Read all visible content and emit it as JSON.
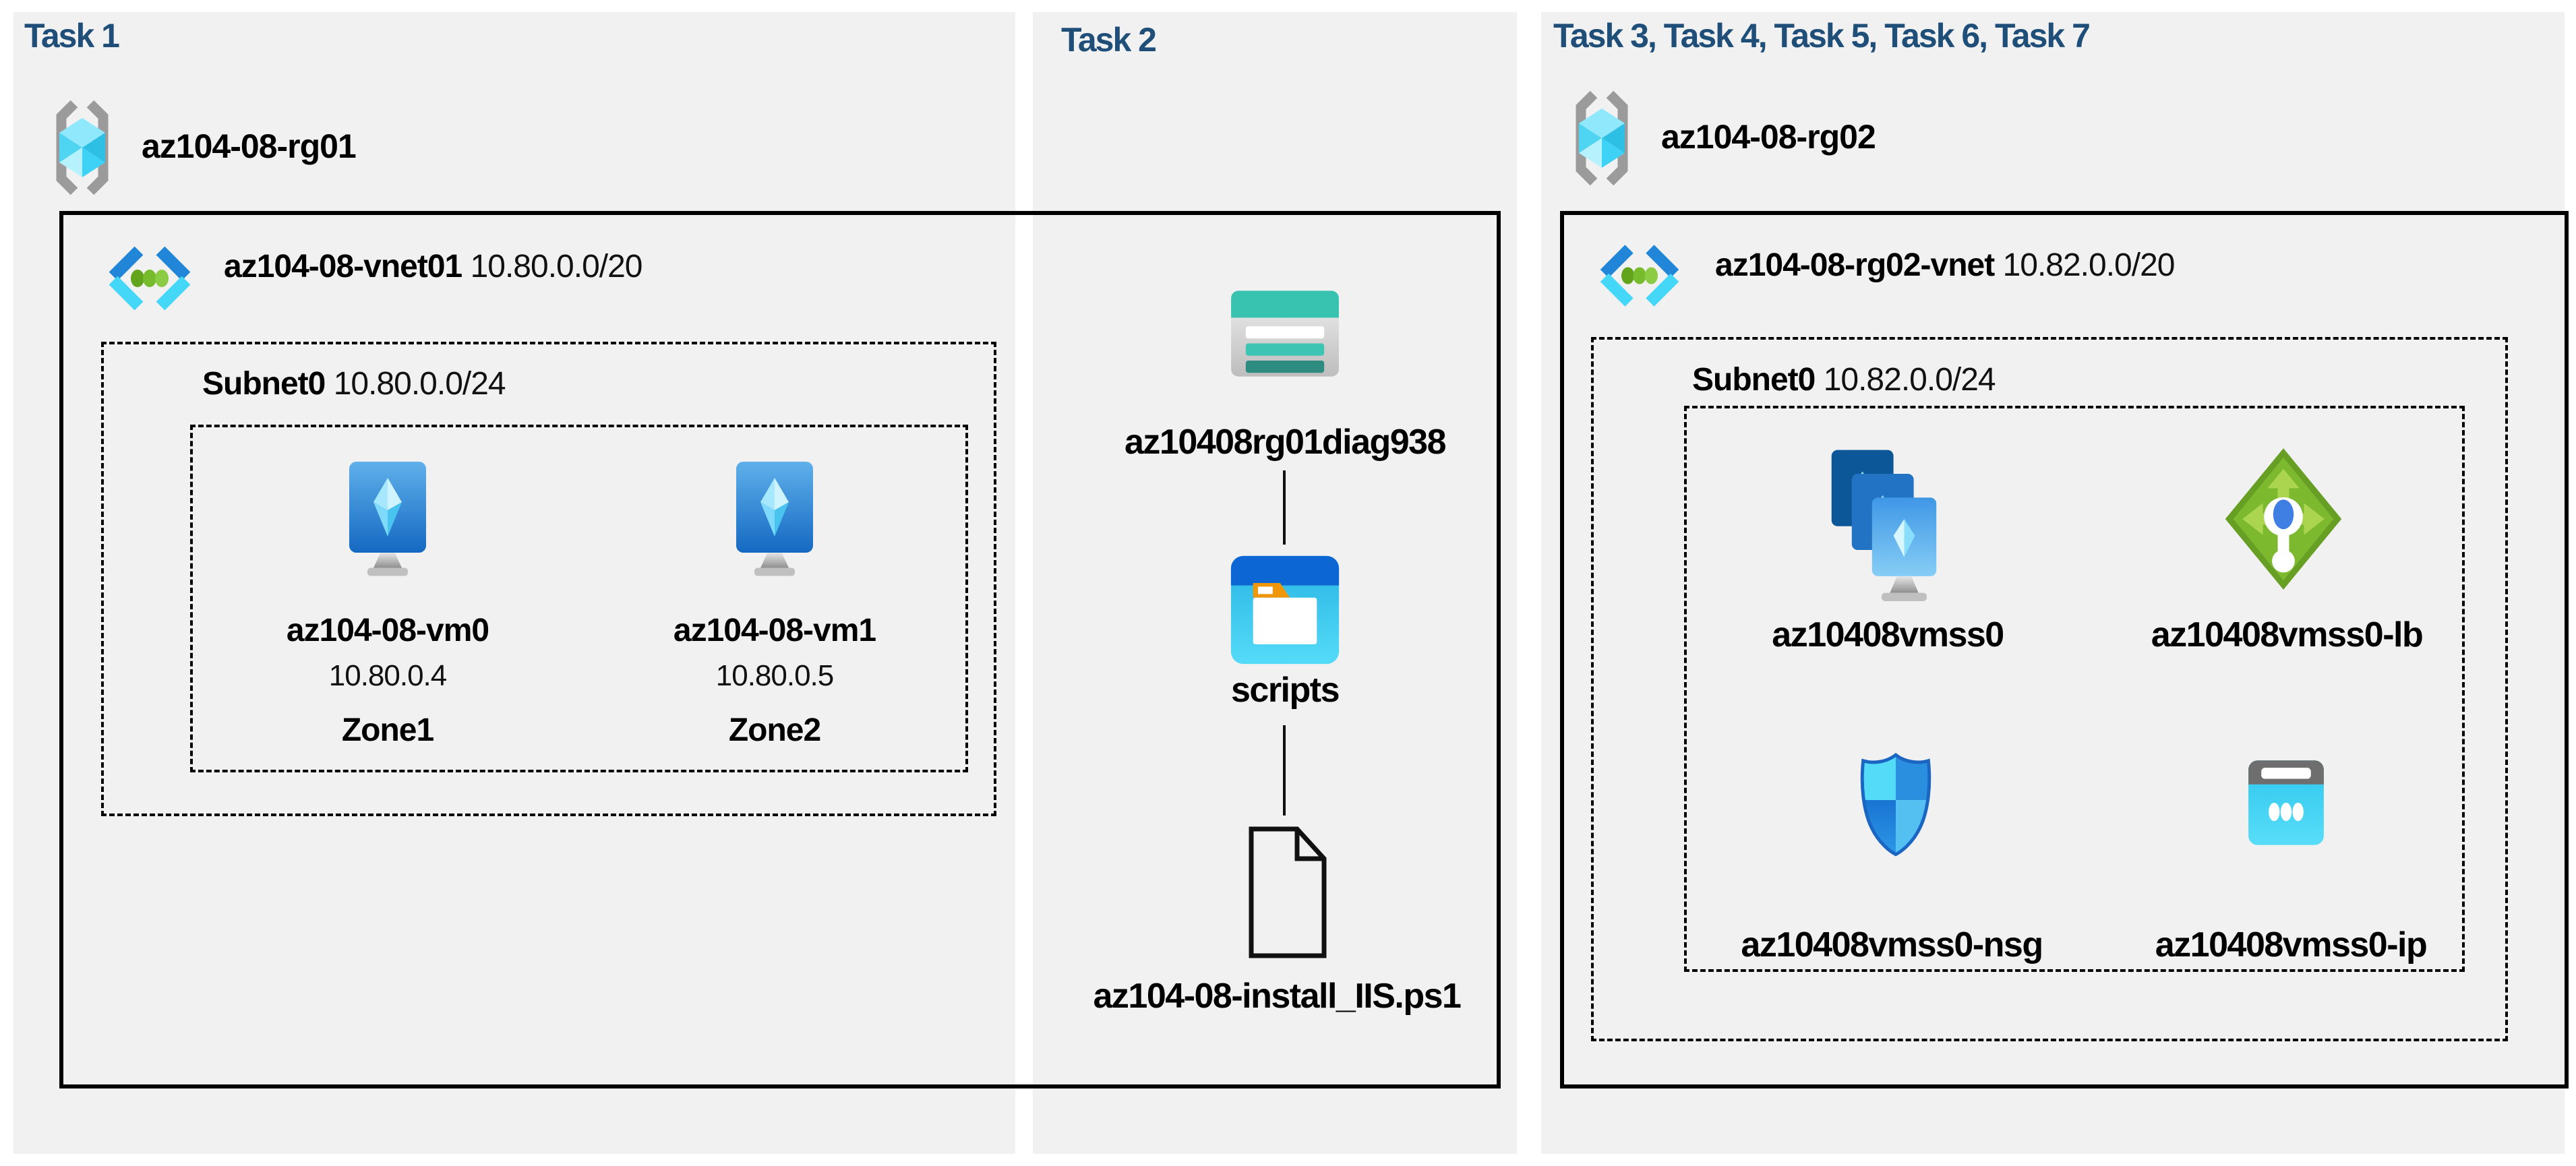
{
  "colors": {
    "title_blue": "#1F4E79",
    "panel_bg": "#F1F1F1",
    "line_black": "#000000",
    "azure_blue": "#2186D7",
    "azure_cyan": "#45D7F7",
    "green": "#76BC2D",
    "teal": "#38C3B1"
  },
  "task1": {
    "title": "Task 1",
    "resource_group": "az104-08-rg01",
    "vnet_name": "az104-08-vnet01",
    "vnet_cidr": "10.80.0.0/20",
    "subnet_name": "Subnet0",
    "subnet_cidr": "10.80.0.0/24",
    "vms": [
      {
        "name": "az104-08-vm0",
        "ip": "10.80.0.4",
        "zone": "Zone1"
      },
      {
        "name": "az104-08-vm1",
        "ip": "10.80.0.5",
        "zone": "Zone2"
      }
    ]
  },
  "task2": {
    "title": "Task 2",
    "storage_account": "az10408rg01diag938",
    "container": "scripts",
    "script_file": "az104-08-install_IIS.ps1"
  },
  "task3": {
    "title": "Task 3, Task 4, Task 5, Task 6, Task 7",
    "resource_group": "az104-08-rg02",
    "vnet_name": "az104-08-rg02-vnet",
    "vnet_cidr": "10.82.0.0/20",
    "subnet_name": "Subnet0",
    "subnet_cidr": "10.82.0.0/24",
    "vmss": "az10408vmss0",
    "load_balancer": "az10408vmss0-lb",
    "nsg": "az10408vmss0-nsg",
    "public_ip": "az10408vmss0-ip"
  }
}
